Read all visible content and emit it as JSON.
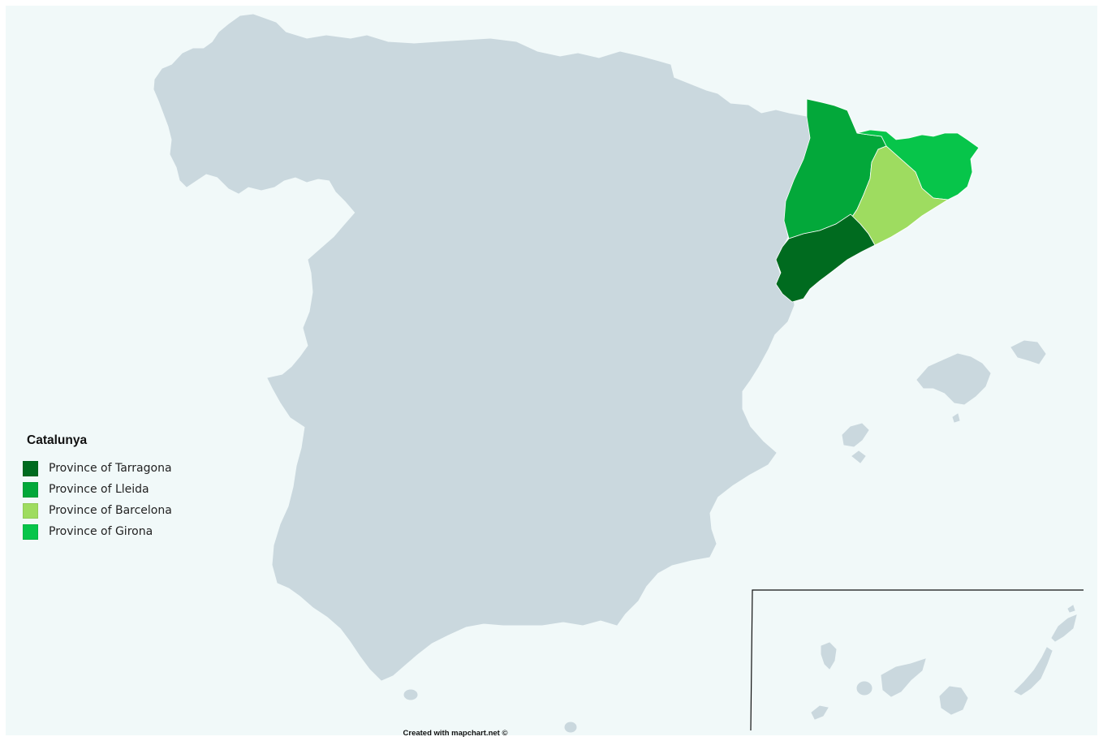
{
  "map": {
    "background_color": "#f1f9f9",
    "land_color": "#cad8de",
    "inset_border_color": "#111111"
  },
  "legend": {
    "title": "Catalunya",
    "items": [
      {
        "label": "Province of Tarragona",
        "color": "#006b1f"
      },
      {
        "label": "Province of Lleida",
        "color": "#03a83a"
      },
      {
        "label": "Province of Barcelona",
        "color": "#9edc60"
      },
      {
        "label": "Province of Girona",
        "color": "#07c54a"
      }
    ]
  },
  "credit": {
    "text": "Created with mapchart.net ©"
  }
}
